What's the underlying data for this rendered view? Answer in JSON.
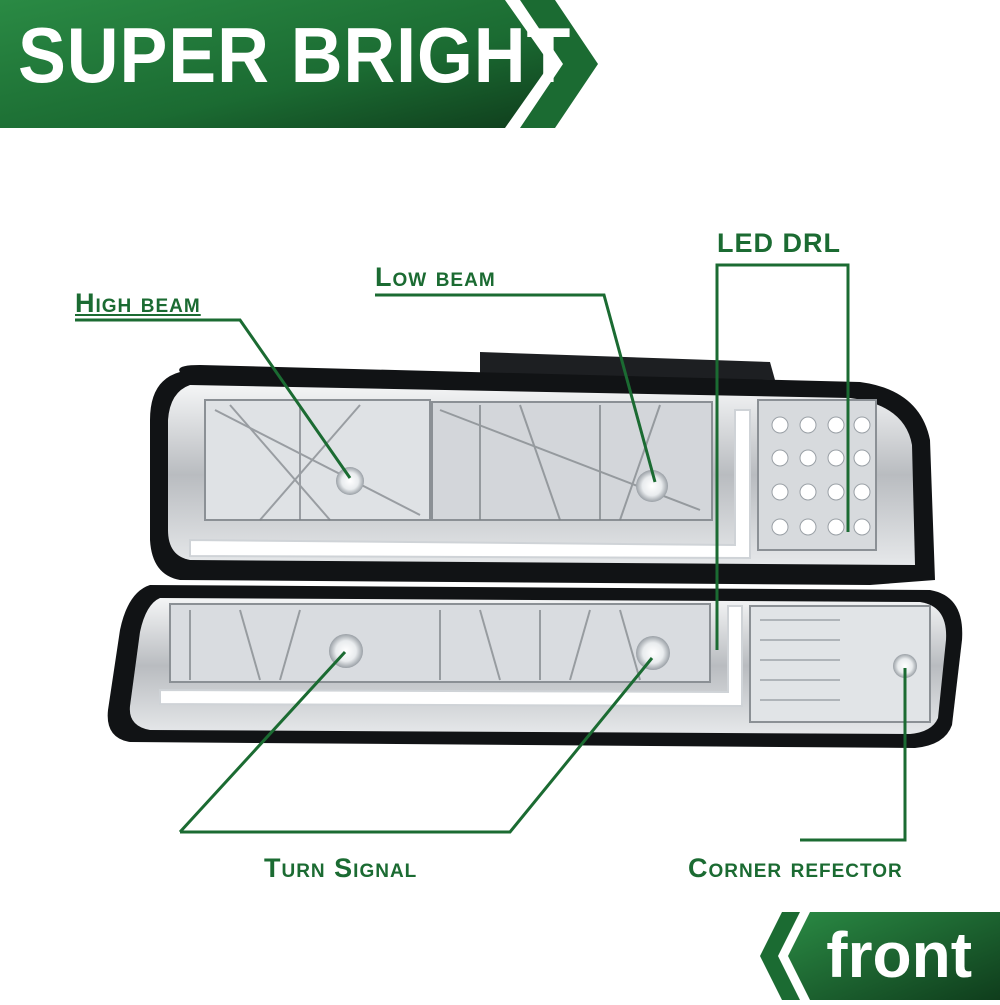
{
  "banner": {
    "title": "SUPER BRIGHT"
  },
  "footer_tag": {
    "label": "front"
  },
  "callouts": {
    "high_beam": "High beam",
    "low_beam": "Low beam",
    "led_drl": "LED DRL",
    "turn_signal": "Turn Signal",
    "corner_reflector": "Corner refector"
  },
  "colors": {
    "brand_green": "#1b6b32",
    "dark_green": "#0f3d1c",
    "chrome": "#c9ccd0"
  }
}
